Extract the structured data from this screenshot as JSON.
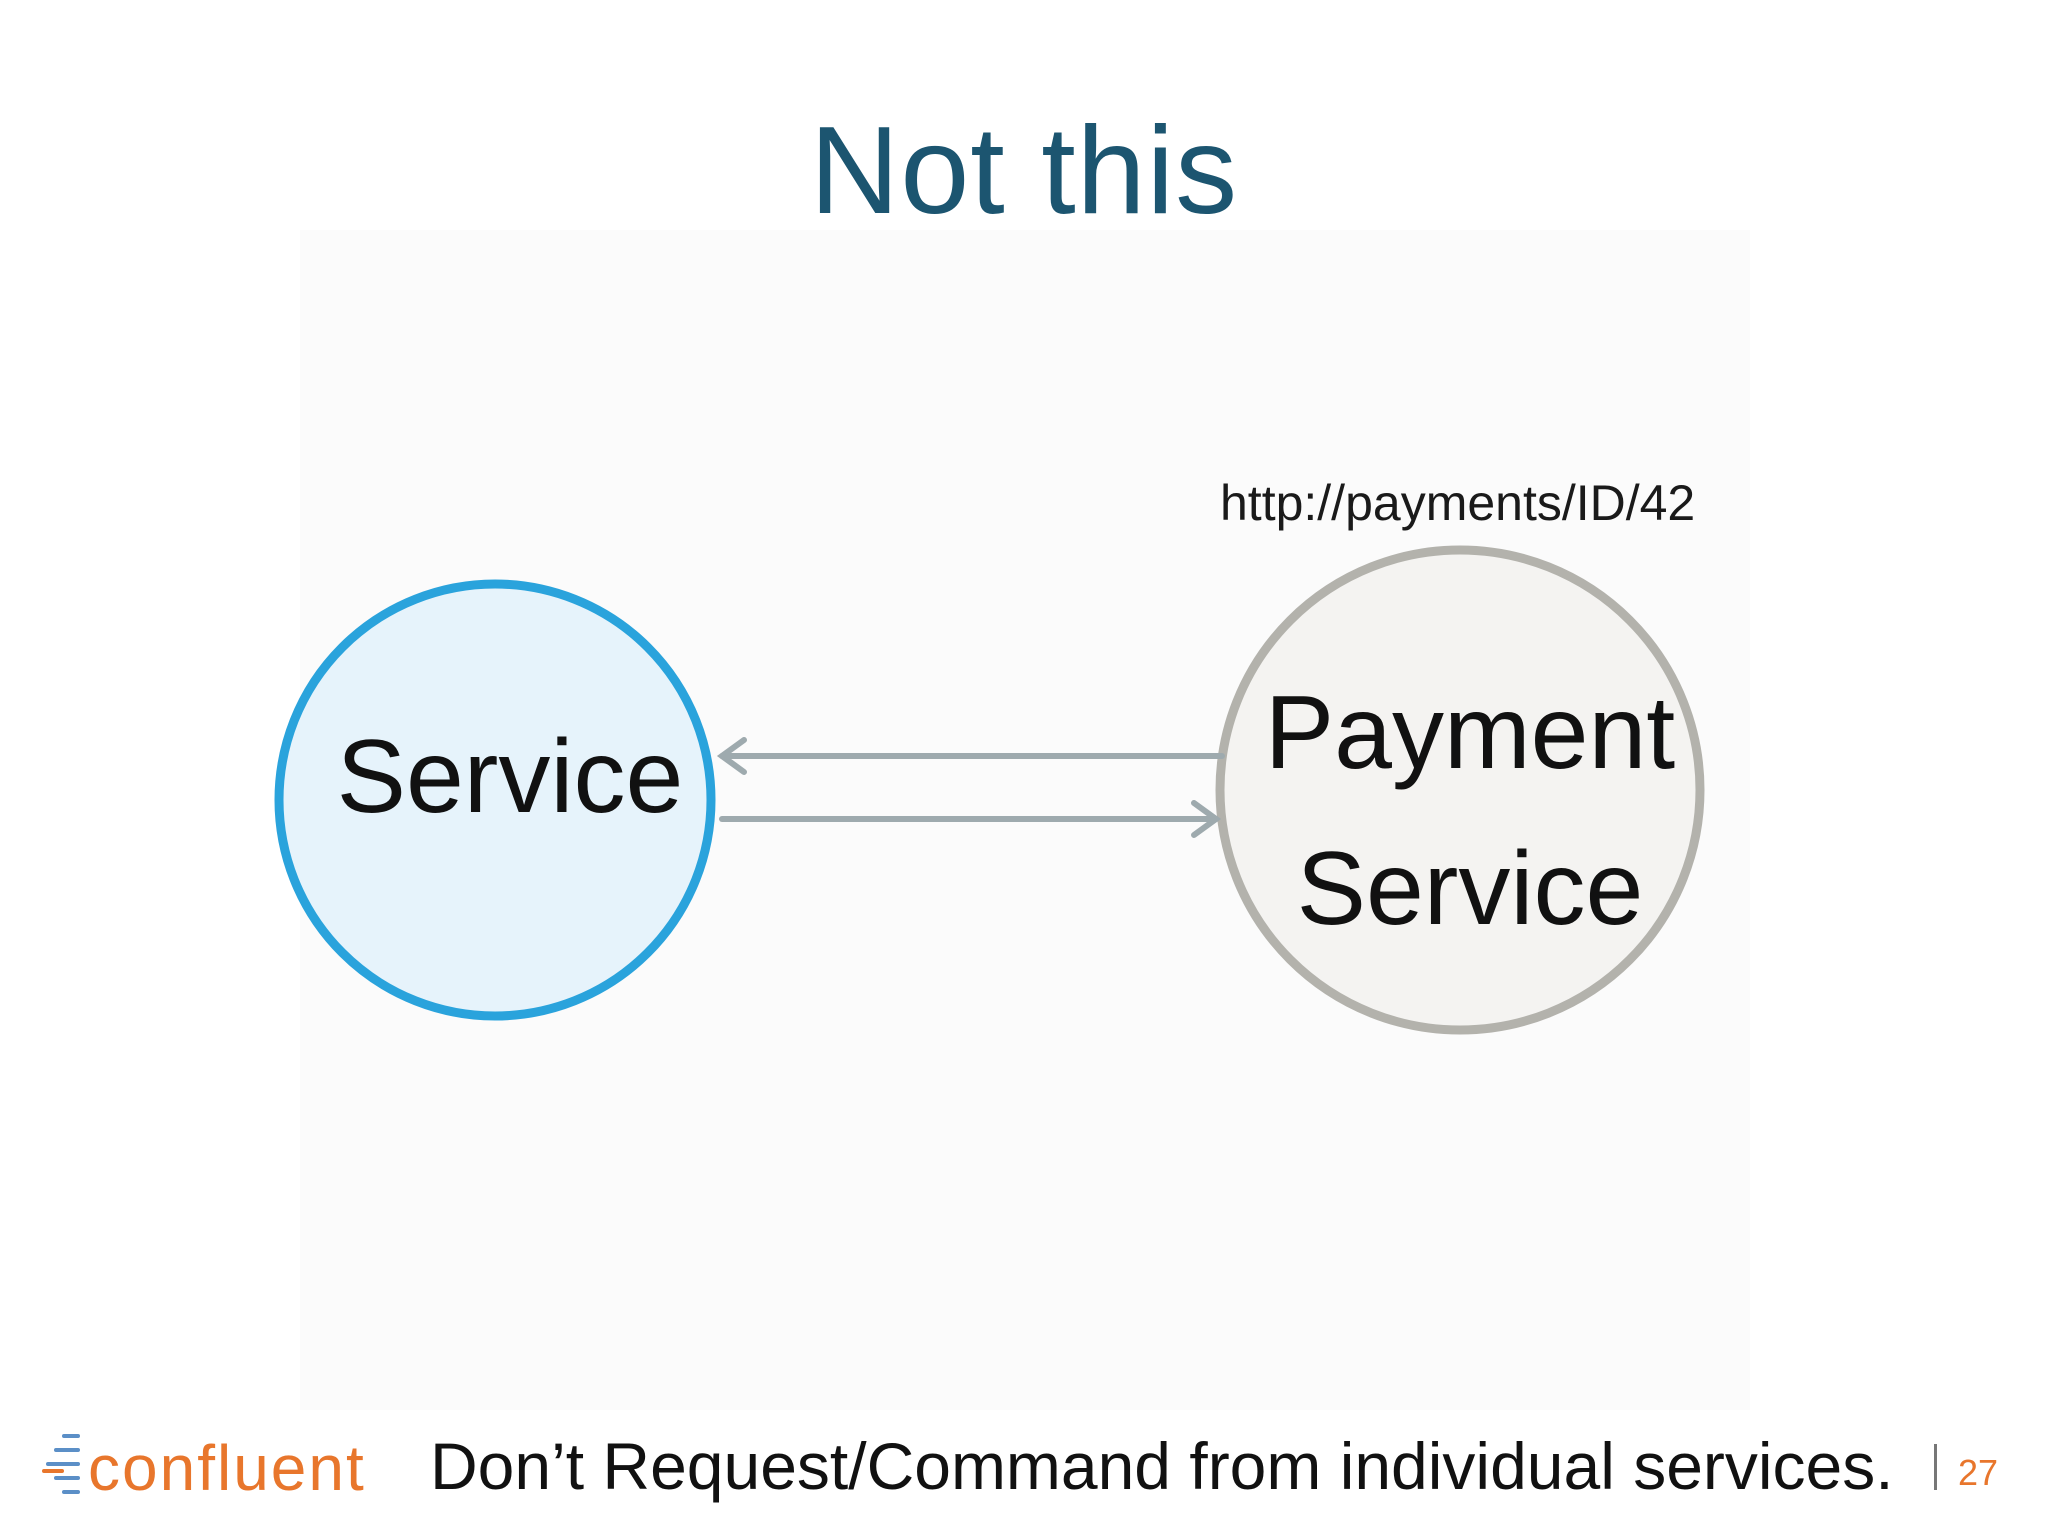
{
  "slide": {
    "title": "Not this",
    "url": "http://payments/ID/42",
    "nodes": {
      "service": {
        "label": "Service"
      },
      "payment": {
        "label_line1": "Payment",
        "label_line2": "Service"
      }
    },
    "footer": {
      "logo": "confluent",
      "tagline": "Don’t Request/Command from individual services.",
      "page_number": "27"
    }
  },
  "colors": {
    "title": "#1c5570",
    "service_stroke": "#2aa3dc",
    "service_fill": "#e6f3fb",
    "payment_stroke": "#b3b2ac",
    "payment_fill": "#f4f3f1",
    "arrow": "#9eaaae",
    "brand_orange": "#e8762c",
    "logo_blue": "#5b8fc7"
  }
}
